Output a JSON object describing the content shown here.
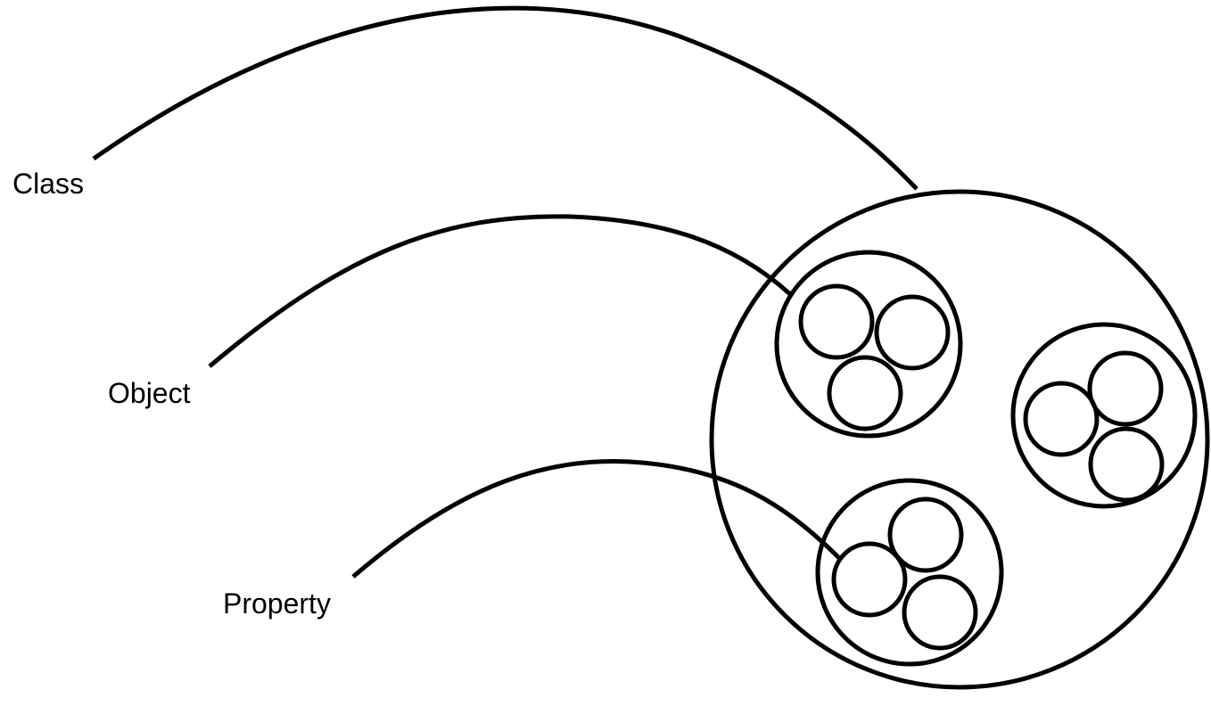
{
  "labels": {
    "class": "Class",
    "object": "Object",
    "property": "Property"
  },
  "colors": {
    "stroke": "#000000",
    "background": "#ffffff"
  }
}
